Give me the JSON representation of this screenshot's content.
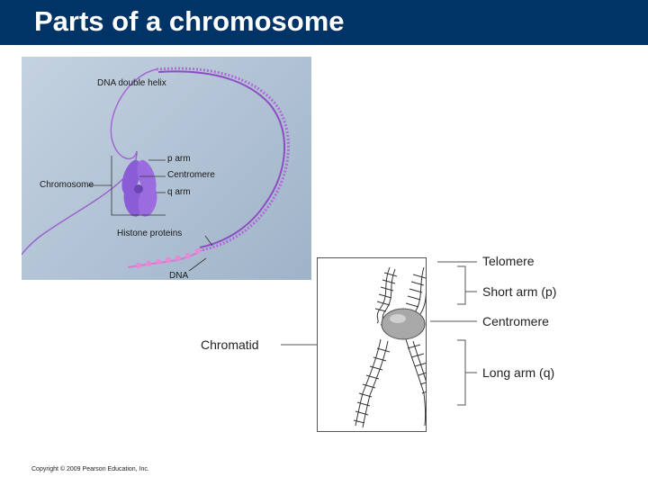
{
  "title": "Parts of a chromosome",
  "figure1": {
    "labels": {
      "dna_double_helix": "DNA double helix",
      "p_arm": "p arm",
      "centromere": "Centromere",
      "chromosome": "Chromosome",
      "q_arm": "q arm",
      "histone_proteins": "Histone proteins",
      "dna": "DNA"
    }
  },
  "figure2": {
    "labels": {
      "telomere": "Telomere",
      "short_arm": "Short arm (p)",
      "centromere": "Centromere",
      "chromatid": "Chromatid",
      "long_arm": "Long arm (q)"
    }
  },
  "footer": {
    "copyright": "Copyright © 2009 Pearson Education, Inc."
  },
  "colors": {
    "title_bar": "#003366",
    "title_text": "#ffffff",
    "chromosome_purple": "#8a5cd6",
    "dna_strand": "#b06ad8",
    "histone_pink": "#e58ad6"
  }
}
